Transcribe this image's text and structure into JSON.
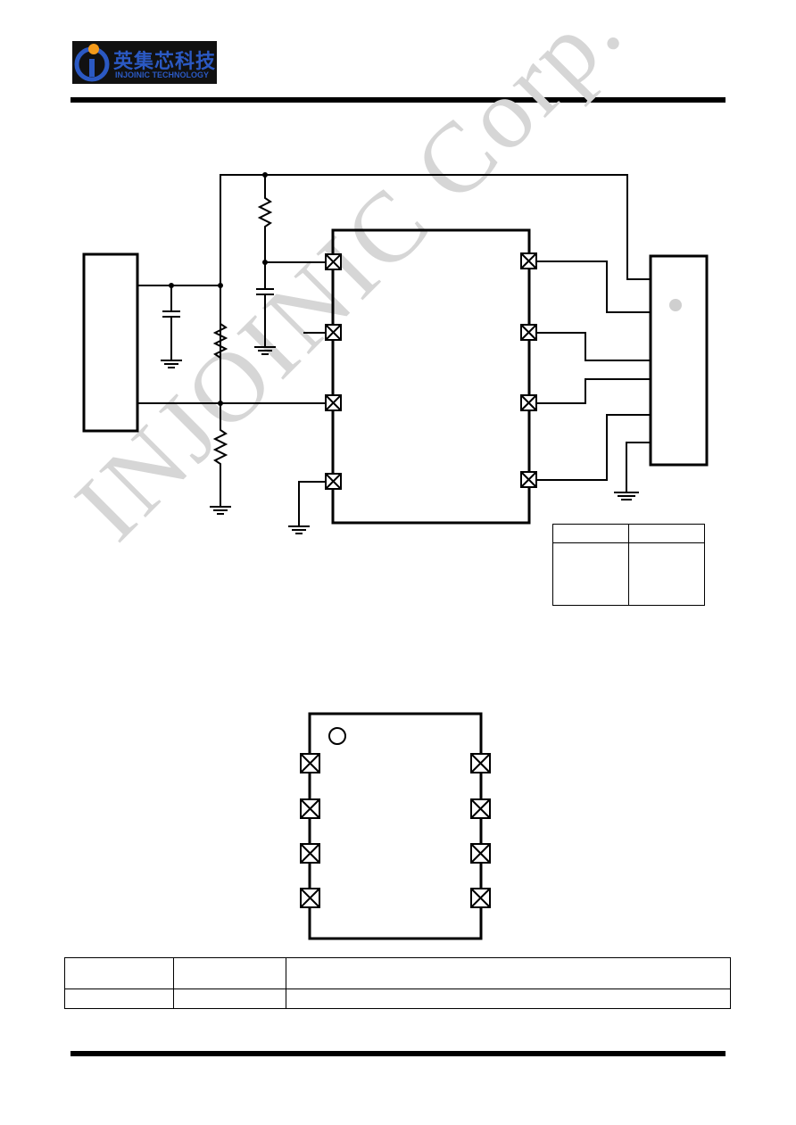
{
  "header": {
    "logo_cn": "英集芯科技",
    "logo_en": "INJOINIC TECHNOLOGY",
    "brand_color": "#2b59c3",
    "accent_color": "#f39a1a"
  },
  "watermark": {
    "text": "INJOINIC Corp."
  }
}
